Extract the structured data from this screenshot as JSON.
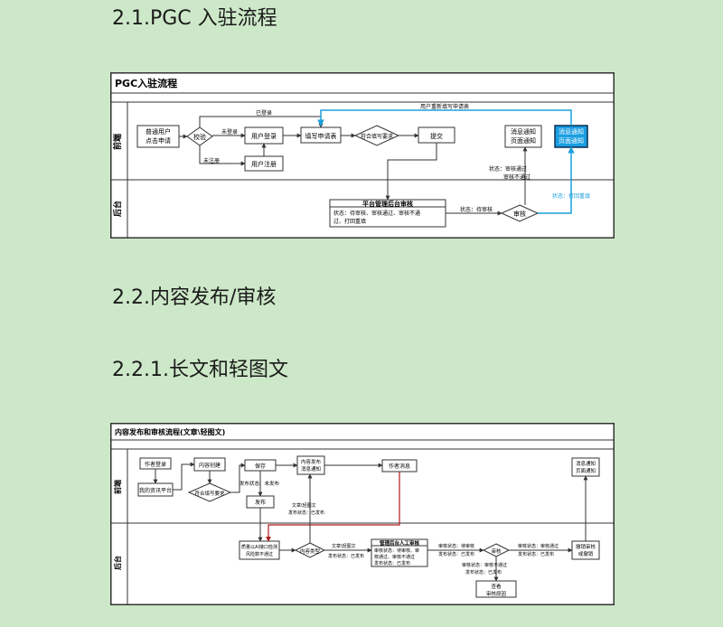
{
  "headings": {
    "h1": "2.1.PGC 入驻流程",
    "h2": "2.2.内容发布/审核",
    "h3": "2.2.1.长文和轻图文"
  },
  "flow1": {
    "title": "PGC入驻流程",
    "lanes": [
      "前端",
      "后台"
    ],
    "nodes": {
      "start": "普通用户\n点击申请",
      "check": "校验",
      "login": "用户登录",
      "register": "用户注册",
      "fill": "填写申请表",
      "meet": "符合填写要求",
      "submit": "提交",
      "msg_notice": "消息通知\n页面通知",
      "msg_notice2": "消息通知\n页面通知",
      "admin_title": "平台管理后台审核",
      "admin_body1": "状态：待审核、审核通过、审核不通",
      "admin_body2": "过、打回重填",
      "review": "审核"
    },
    "labels": {
      "logged": "已登录",
      "not_logged": "未登录",
      "not_registered": "未注册",
      "reapply": "用户重新填写申请表",
      "status_review": "状态：待审核",
      "status_pass": "状态：审核通过",
      "status_fail": "审核不通过",
      "status_return": "状态：打回重填"
    }
  },
  "flow2": {
    "title": "内容发布和审核流程(文章\\轻图文)",
    "lanes": [
      "前端",
      "后台"
    ],
    "nodes": {
      "entry": "作者登录",
      "platform": "我的资讯平台",
      "create": "内容创建",
      "meet": "符合填写要求",
      "save": "保存",
      "publish": "发布",
      "pub_notice": "内容发布\n消息通知",
      "author_notice": "作者消息",
      "msg_notice": "消息通知\n页面通知",
      "queue": "质量以AI接口检测\n风险数不通过",
      "type": "内容类型",
      "manual_title": "管理后台人工审核",
      "manual_body1": "审核状态：待审核、审",
      "manual_body2": "核通过、审核不通过",
      "manual_body3": "发布状态：已发布",
      "review": "审核",
      "audit_detail": "查看\n审核原因",
      "unpublish": "撤销审核\n或撤销"
    },
    "labels": {
      "pub_status": "发布状态：未发布",
      "type_a": "文章\\轻图文",
      "type_a2": "发布状态：已发布",
      "type_b": "文章\\轻图文",
      "type_b2": "发布状态：已发布",
      "review_a": "审核状态：待审核",
      "review_a2": "发布状态：已发布",
      "pass_a": "审核状态：审核通过",
      "pass_a2": "发布状态：已发布",
      "fail_a": "审核状态：审核不通过",
      "fail_a2": "发布状态：已发布"
    }
  }
}
